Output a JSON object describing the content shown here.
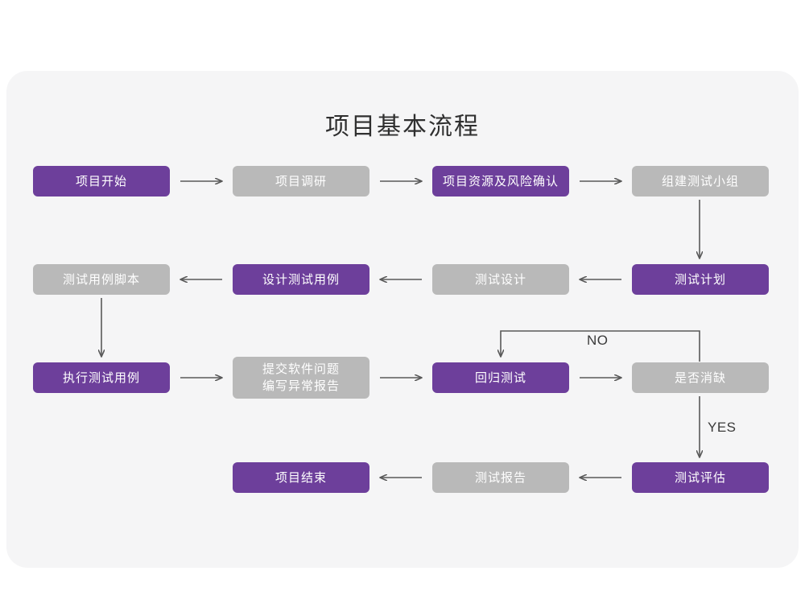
{
  "panel": {
    "background_color": "#f5f5f6",
    "page_background": "#ffffff"
  },
  "header": {
    "title": "项目基本流程"
  },
  "theme": {
    "purple": "#6d3f9b",
    "gray": "#b9b9b9",
    "arrow": "#595959",
    "text_on_node": "#ffffff",
    "title_color": "#2f2f2f"
  },
  "chart_data": {
    "type": "diagram",
    "title": "项目基本流程",
    "nodes": [
      {
        "id": "n1",
        "label": "项目开始",
        "style": "purple",
        "row": 1,
        "col": 1
      },
      {
        "id": "n2",
        "label": "项目调研",
        "style": "gray",
        "row": 1,
        "col": 2
      },
      {
        "id": "n3",
        "label": "项目资源及风险确认",
        "style": "purple",
        "row": 1,
        "col": 3
      },
      {
        "id": "n4",
        "label": "组建测试小组",
        "style": "gray",
        "row": 1,
        "col": 4
      },
      {
        "id": "n5",
        "label": "测试用例脚本",
        "style": "gray",
        "row": 2,
        "col": 1
      },
      {
        "id": "n6",
        "label": "设计测试用例",
        "style": "purple",
        "row": 2,
        "col": 2
      },
      {
        "id": "n7",
        "label": "测试设计",
        "style": "gray",
        "row": 2,
        "col": 3
      },
      {
        "id": "n8",
        "label": "测试计划",
        "style": "purple",
        "row": 2,
        "col": 4
      },
      {
        "id": "n9",
        "label": "执行测试用例",
        "style": "purple",
        "row": 3,
        "col": 1
      },
      {
        "id": "n10",
        "label": "提交软件问题\n编写异常报告",
        "style": "gray",
        "row": 3,
        "col": 2
      },
      {
        "id": "n11",
        "label": "回归测试",
        "style": "purple",
        "row": 3,
        "col": 3
      },
      {
        "id": "n12",
        "label": "是否消缺",
        "style": "gray",
        "row": 3,
        "col": 4
      },
      {
        "id": "n13",
        "label": "项目结束",
        "style": "purple",
        "row": 4,
        "col": 2
      },
      {
        "id": "n14",
        "label": "测试报告",
        "style": "gray",
        "row": 4,
        "col": 3
      },
      {
        "id": "n15",
        "label": "测试评估",
        "style": "purple",
        "row": 4,
        "col": 4
      }
    ],
    "edges": [
      {
        "from": "n1",
        "to": "n2",
        "label": "",
        "direction": "right"
      },
      {
        "from": "n2",
        "to": "n3",
        "label": "",
        "direction": "right"
      },
      {
        "from": "n3",
        "to": "n4",
        "label": "",
        "direction": "right"
      },
      {
        "from": "n4",
        "to": "n8",
        "label": "",
        "direction": "down"
      },
      {
        "from": "n8",
        "to": "n7",
        "label": "",
        "direction": "left"
      },
      {
        "from": "n7",
        "to": "n6",
        "label": "",
        "direction": "left"
      },
      {
        "from": "n6",
        "to": "n5",
        "label": "",
        "direction": "left"
      },
      {
        "from": "n5",
        "to": "n9",
        "label": "",
        "direction": "down"
      },
      {
        "from": "n9",
        "to": "n10",
        "label": "",
        "direction": "right"
      },
      {
        "from": "n10",
        "to": "n11",
        "label": "",
        "direction": "right"
      },
      {
        "from": "n11",
        "to": "n12",
        "label": "",
        "direction": "right"
      },
      {
        "from": "n12",
        "to": "n11",
        "label": "NO",
        "direction": "loop-up-left"
      },
      {
        "from": "n12",
        "to": "n15",
        "label": "YES",
        "direction": "down"
      },
      {
        "from": "n15",
        "to": "n14",
        "label": "",
        "direction": "left"
      },
      {
        "from": "n14",
        "to": "n13",
        "label": "",
        "direction": "left"
      }
    ],
    "labels": {
      "no": "NO",
      "yes": "YES"
    }
  }
}
